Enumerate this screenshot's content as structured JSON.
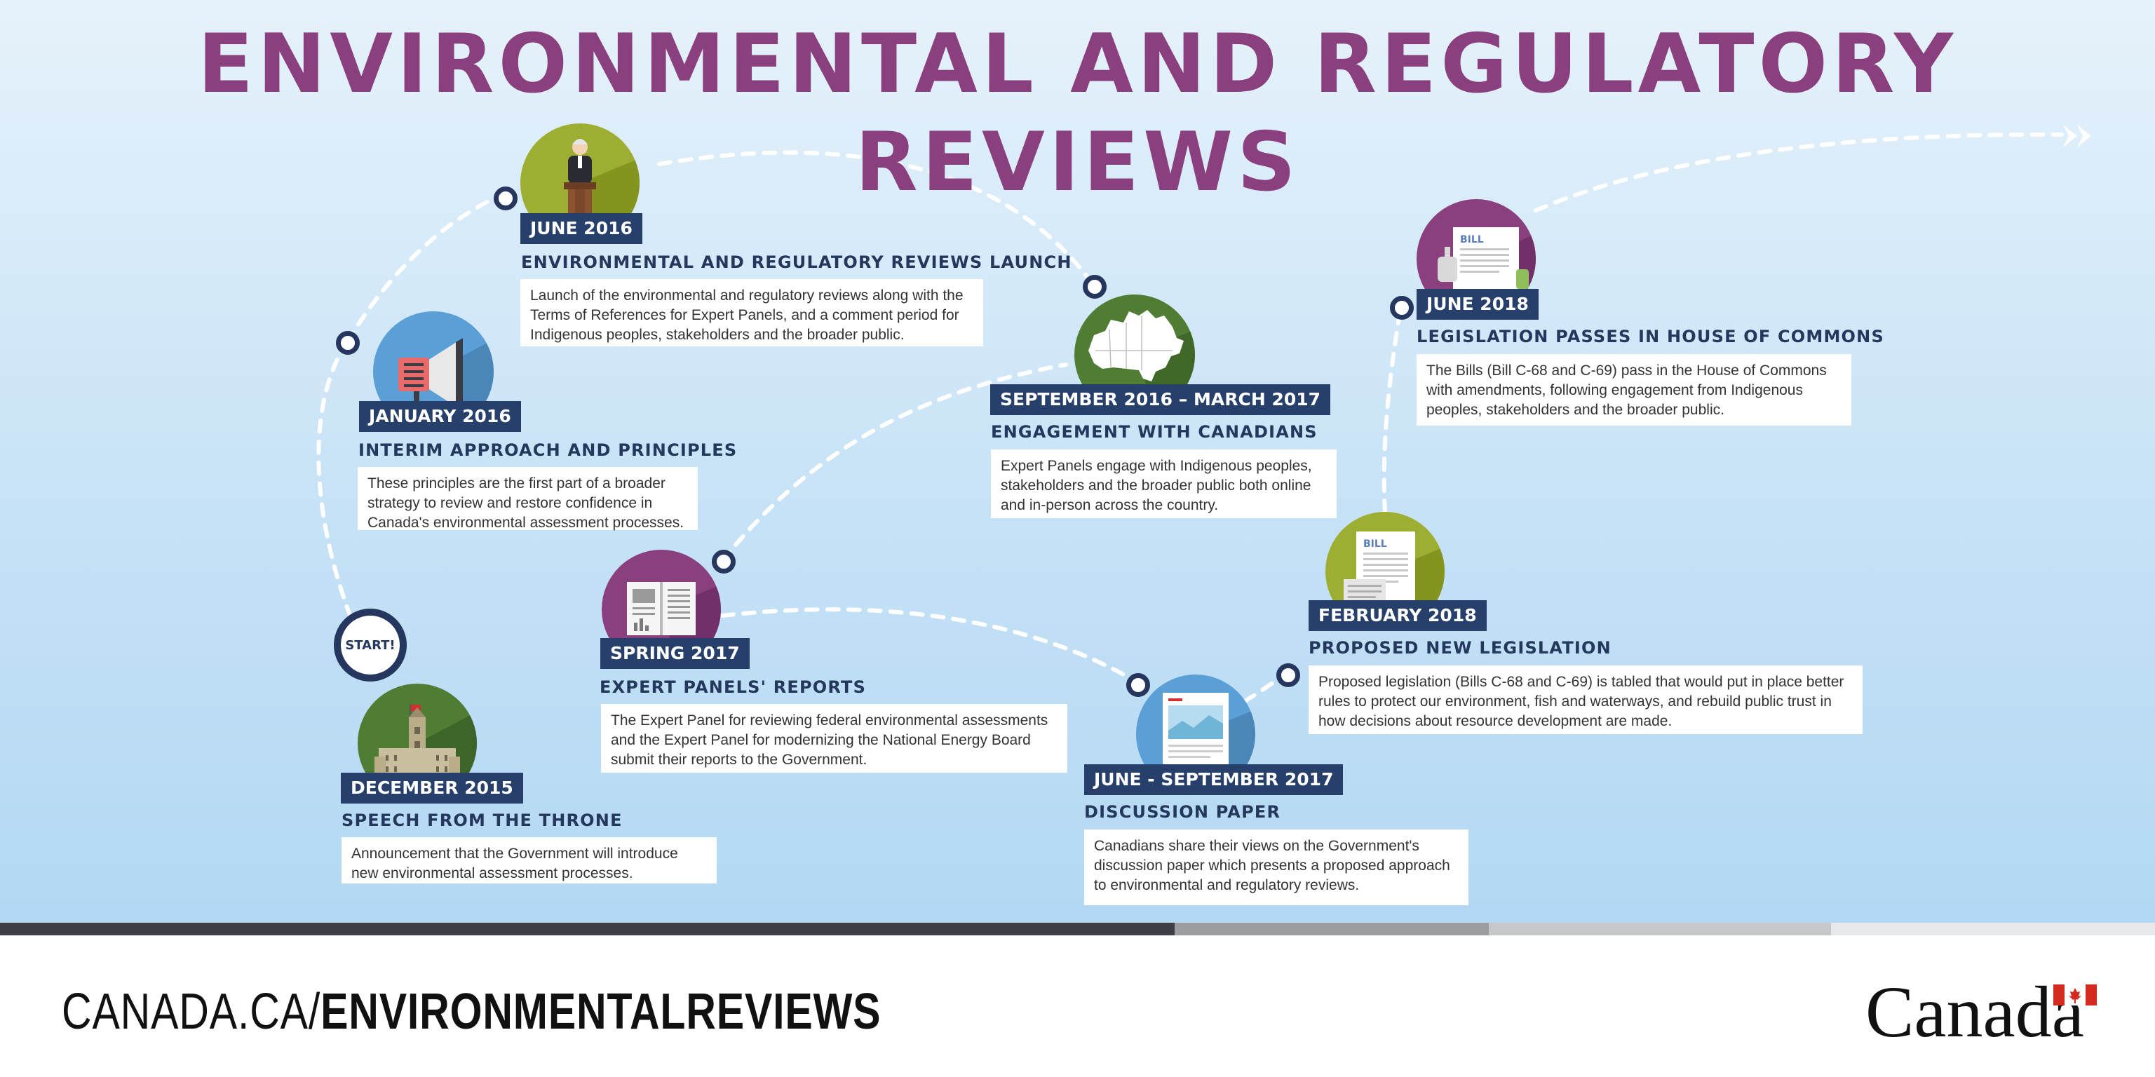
{
  "title": "ENVIRONMENTAL AND REGULATORY REVIEWS",
  "start_label": "START!",
  "events": [
    {
      "date": "DECEMBER 2015",
      "heading": "SPEECH FROM THE THRONE",
      "description": "Announcement that the Government will introduce new environmental assessment processes.",
      "icon": "parliament-icon"
    },
    {
      "date": "JANUARY 2016",
      "heading": "INTERIM APPROACH AND PRINCIPLES",
      "description": "These principles are the first part of a broader strategy to review and restore confidence in Canada's environmental assessment processes.",
      "icon": "megaphone-icon"
    },
    {
      "date": "JUNE 2016",
      "heading": "ENVIRONMENTAL AND REGULATORY REVIEWS LAUNCH",
      "description": "Launch of the environmental and regulatory reviews along with the Terms of References for Expert Panels, and a comment period for Indigenous peoples, stakeholders and the broader public.",
      "icon": "podium-speaker-icon"
    },
    {
      "date": "SEPTEMBER 2016 – MARCH 2017",
      "heading": "ENGAGEMENT WITH CANADIANS",
      "description": "Expert Panels engage with Indigenous peoples, stakeholders and the broader public both online and in-person across the country.",
      "icon": "canada-map-icon"
    },
    {
      "date": "SPRING 2017",
      "heading": "EXPERT PANELS' REPORTS",
      "description": "The Expert Panel for reviewing federal environmental assessments and the Expert Panel for modernizing the National Energy Board submit their reports to the Government.",
      "icon": "open-report-icon"
    },
    {
      "date": "JUNE - SEPTEMBER 2017",
      "heading": "DISCUSSION PAPER",
      "description": "Canadians share their views on the Government's discussion paper which presents a proposed approach to environmental and regulatory reviews.",
      "icon": "discussion-paper-icon"
    },
    {
      "date": "FEBRUARY 2018",
      "heading": "PROPOSED NEW LEGISLATION",
      "description": "Proposed legislation (Bills C-68 and C-69) is tabled that would put in place better rules to protect our environment, fish and waterways, and rebuild public trust in how decisions about resource development are made.",
      "icon": "bill-document-icon"
    },
    {
      "date": "JUNE 2018",
      "heading": "LEGISLATION PASSES IN HOUSE OF COMMONS",
      "description": "The Bills (Bill C-68 and C-69) pass in the House of Commons with amendments, following engagement from Indigenous peoples, stakeholders and the broader public.",
      "icon": "bill-passed-icon"
    }
  ],
  "bill_label": "BILL",
  "footer": {
    "url_prefix": "CANADA.CA/",
    "url_bold": "ENVIRONMENTALREVIEWS",
    "wordmark": "Canada"
  },
  "colors": {
    "title": "#8a3f7e",
    "navy": "#263f6b",
    "olive": "#9eae32",
    "blue": "#5a9fd6",
    "green": "#4f7d34",
    "purple": "#8a3f7e"
  }
}
